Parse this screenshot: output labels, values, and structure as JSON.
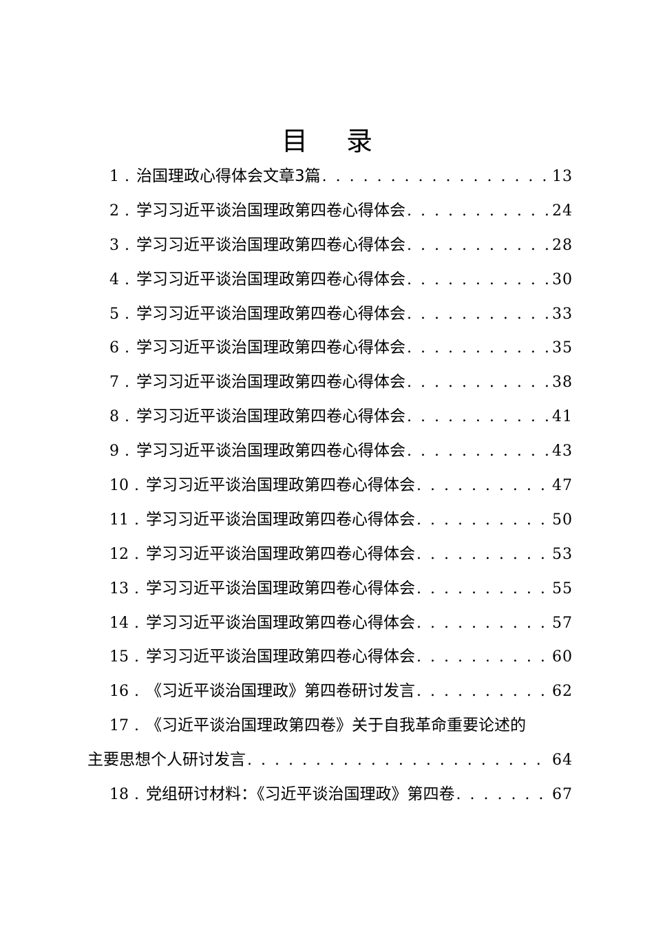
{
  "document": {
    "title": "目 录",
    "entries": [
      {
        "number": "1",
        "sep": ".",
        "title": "治国理政心得体会文章3篇",
        "page": "13"
      },
      {
        "number": "2",
        "sep": ".",
        "title": "学习习近平谈治国理政第四卷心得体会",
        "page": "24"
      },
      {
        "number": "3",
        "sep": ".",
        "title": "学习习近平谈治国理政第四卷心得体会",
        "page": "28"
      },
      {
        "number": "4",
        "sep": ".",
        "title": "学习习近平谈治国理政第四卷心得体会",
        "page": "30"
      },
      {
        "number": "5",
        "sep": ".",
        "title": "学习习近平谈治国理政第四卷心得体会",
        "page": "33"
      },
      {
        "number": "6",
        "sep": ".",
        "title": "学习习近平谈治国理政第四卷心得体会",
        "page": "35"
      },
      {
        "number": "7",
        "sep": ".",
        "title": "学习习近平谈治国理政第四卷心得体会",
        "page": "38"
      },
      {
        "number": "8",
        "sep": ".",
        "title": "学习习近平谈治国理政第四卷心得体会",
        "page": "41"
      },
      {
        "number": "9",
        "sep": ".",
        "title": "学习习近平谈治国理政第四卷心得体会",
        "page": "43"
      },
      {
        "number": "10",
        "sep": ".",
        "title": "学习习近平谈治国理政第四卷心得体会",
        "page": "47"
      },
      {
        "number": "11",
        "sep": ".",
        "title": "学习习近平谈治国理政第四卷心得体会",
        "page": "50"
      },
      {
        "number": "12",
        "sep": ".",
        "title": "学习习近平谈治国理政第四卷心得体会",
        "page": "53"
      },
      {
        "number": "13",
        "sep": ".",
        "title": "学习习近平谈治国理政第四卷心得体会",
        "page": "55"
      },
      {
        "number": "14",
        "sep": ".",
        "title": "学习习近平谈治国理政第四卷心得体会",
        "page": "57"
      },
      {
        "number": "15",
        "sep": ".",
        "title": "学习习近平谈治国理政第四卷心得体会",
        "page": "60"
      },
      {
        "number": "16",
        "sep": ".",
        "title": "《习近平谈治国理政》第四卷研讨发言",
        "page": "62"
      },
      {
        "number": "17",
        "sep": ".",
        "title": "《习近平谈治国理政第四卷》关于自我革命重要论述的",
        "title_cont": "主要思想个人研讨发言",
        "page": "64"
      },
      {
        "number": "18",
        "sep": ".",
        "title": "党组研讨材料：《习近平谈治国理政》第四卷",
        "page": "67"
      }
    ]
  }
}
